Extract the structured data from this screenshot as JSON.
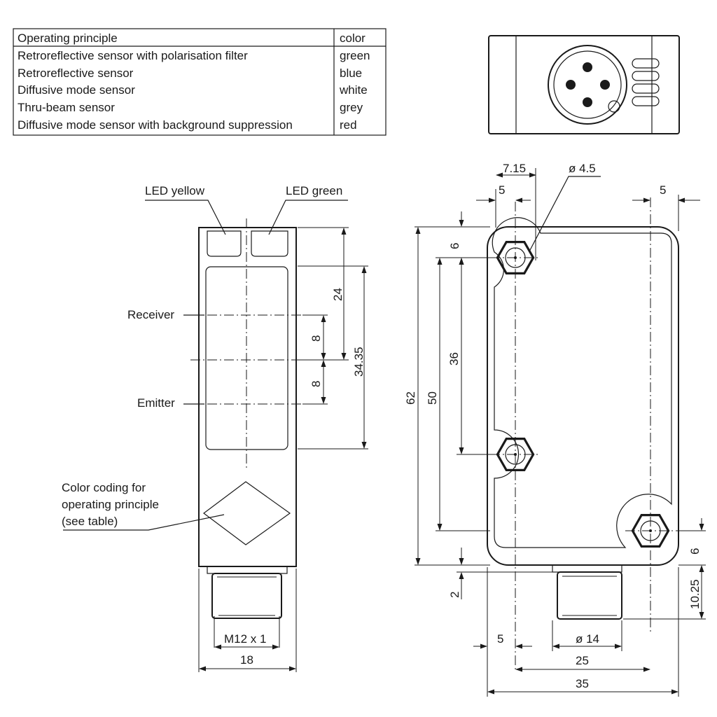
{
  "table": {
    "header": [
      "Operating principle",
      "color"
    ],
    "rows": [
      [
        "Retroreflective sensor with polarisation filter",
        "green"
      ],
      [
        "Retroreflective sensor",
        "blue"
      ],
      [
        "Diffusive mode sensor",
        "white"
      ],
      [
        "Thru-beam sensor",
        "grey"
      ],
      [
        "Diffusive mode sensor with background suppression",
        "red"
      ]
    ]
  },
  "side_view": {
    "led_yellow": "LED yellow",
    "led_green": "LED green",
    "receiver": "Receiver",
    "emitter": "Emitter",
    "color_coding": [
      "Color coding for",
      "operating principle",
      "(see table)"
    ],
    "connector_label": "M12 x 1",
    "dims": {
      "width": "18",
      "d24": "24",
      "d34": "34.35",
      "d8a": "8",
      "d8b": "8"
    }
  },
  "front_view": {
    "hole_label": "ø 4.5",
    "connector_label": "ø 14",
    "dims": {
      "d7_15": "7.15",
      "d5_top": "5",
      "d5_right": "5",
      "d6_top": "6",
      "d36": "36",
      "d50": "50",
      "d62": "62",
      "d6_bottom": "6",
      "d2": "2",
      "d10_25": "10.25",
      "d5_bottom": "5",
      "d25": "25",
      "d35": "35"
    }
  }
}
